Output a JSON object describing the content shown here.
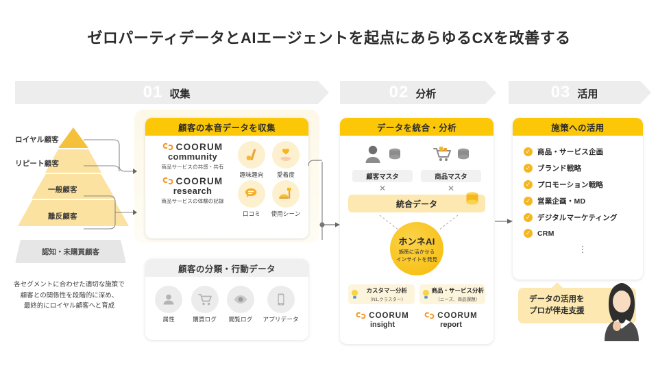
{
  "title": "ゼロパーティデータとAIエージェントを起点にあらゆるCXを改善する",
  "stages": [
    {
      "num": "01",
      "label": "収集"
    },
    {
      "num": "02",
      "label": "分析"
    },
    {
      "num": "03",
      "label": "活用"
    }
  ],
  "pyramid": {
    "tiers": [
      {
        "label": "ロイヤル顧客"
      },
      {
        "label": "リピート顧客"
      },
      {
        "label": "一般顧客"
      },
      {
        "label": "離反顧客"
      }
    ],
    "base": "認知・未購買顧客",
    "caption": "各セグメントに合わせた適切な施策で\n顧客との関係性を段階的に深め、\n最終的にロイヤル顧客へと育成"
  },
  "collect_card": {
    "heading": "顧客の本音データを収集",
    "brands": [
      {
        "word": "COORUM",
        "sub": "community",
        "desc": "商品サービスの共感・共有"
      },
      {
        "word": "COORUM",
        "sub": "research",
        "desc": "商品サービスの体験の記録"
      }
    ],
    "icons": [
      {
        "icon": "hobby-icon",
        "caption": "趣味趣向"
      },
      {
        "icon": "heart-hand-icon",
        "caption": "愛着度"
      },
      {
        "icon": "review-bubble-icon",
        "caption": "口コミ"
      },
      {
        "icon": "usage-scene-icon",
        "caption": "使用シーン"
      }
    ]
  },
  "behavior_card": {
    "heading": "顧客の分類・行動データ",
    "icons": [
      {
        "icon": "person-icon",
        "caption": "属性"
      },
      {
        "icon": "cart-icon",
        "caption": "購買ログ"
      },
      {
        "icon": "eye-icon",
        "caption": "閲覧ログ"
      },
      {
        "icon": "smartphone-icon",
        "caption": "アプリデータ"
      }
    ]
  },
  "analyze_card": {
    "heading": "データを統合・分析",
    "masters": [
      {
        "icon": "customer-master-icon",
        "label": "顧客マスタ"
      },
      {
        "icon": "product-master-icon",
        "label": "商品マスタ"
      }
    ],
    "operator": "✕",
    "merged": "統合データ",
    "ai": {
      "title": "ホンネAI",
      "sub_line1": "施策に活かせる",
      "sub_line2": "インサイトを発見"
    },
    "tags": [
      {
        "title": "カスタマー分析",
        "sub": "（N1,クラスター）"
      },
      {
        "title": "商品・サービス分析",
        "sub": "（ニーズ、商品課題）"
      }
    ],
    "logos": [
      {
        "word": "COORUM",
        "sub": "insight"
      },
      {
        "word": "COORUM",
        "sub": "report"
      }
    ]
  },
  "utilize_card": {
    "heading": "施策への活用",
    "items": [
      "商品・サービス企画",
      "ブランド戦略",
      "プロモーション戦略",
      "営業企画・MD",
      "デジタルマーケティング",
      "CRM"
    ],
    "more": "⋮"
  },
  "callout": {
    "line1": "データの活用を",
    "line2": "プロが伴走支援"
  },
  "colors": {
    "brand_yellow": "#FBC707",
    "light_yellow": "#FCE8B0",
    "pyramid_top": "#F5C13A",
    "pyramid_tier": "#FCE2A0",
    "stage_gray": "#EDEDED",
    "check_orange": "#F5B61E",
    "logo_orange": "#F7931E"
  }
}
